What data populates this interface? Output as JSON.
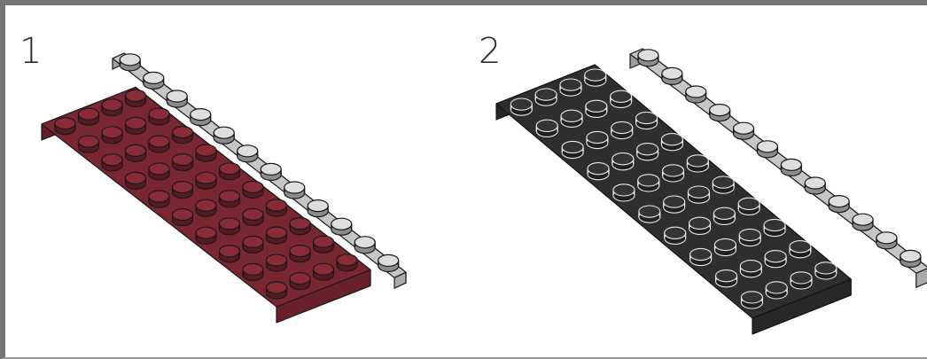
{
  "panels": [
    {
      "label": "1",
      "base_plate": {
        "color": "#7a2630",
        "rows": 4,
        "cols": 10
      },
      "strip_plate": {
        "color": "#c6c6c6",
        "rows": 1,
        "cols": 12
      }
    },
    {
      "label": "2",
      "dark_plate": {
        "color": "#2e2e2e",
        "rows": 4,
        "cols": 10
      },
      "strip_plate": {
        "color": "#c6c6c6",
        "rows": 1,
        "cols": 12
      }
    }
  ]
}
